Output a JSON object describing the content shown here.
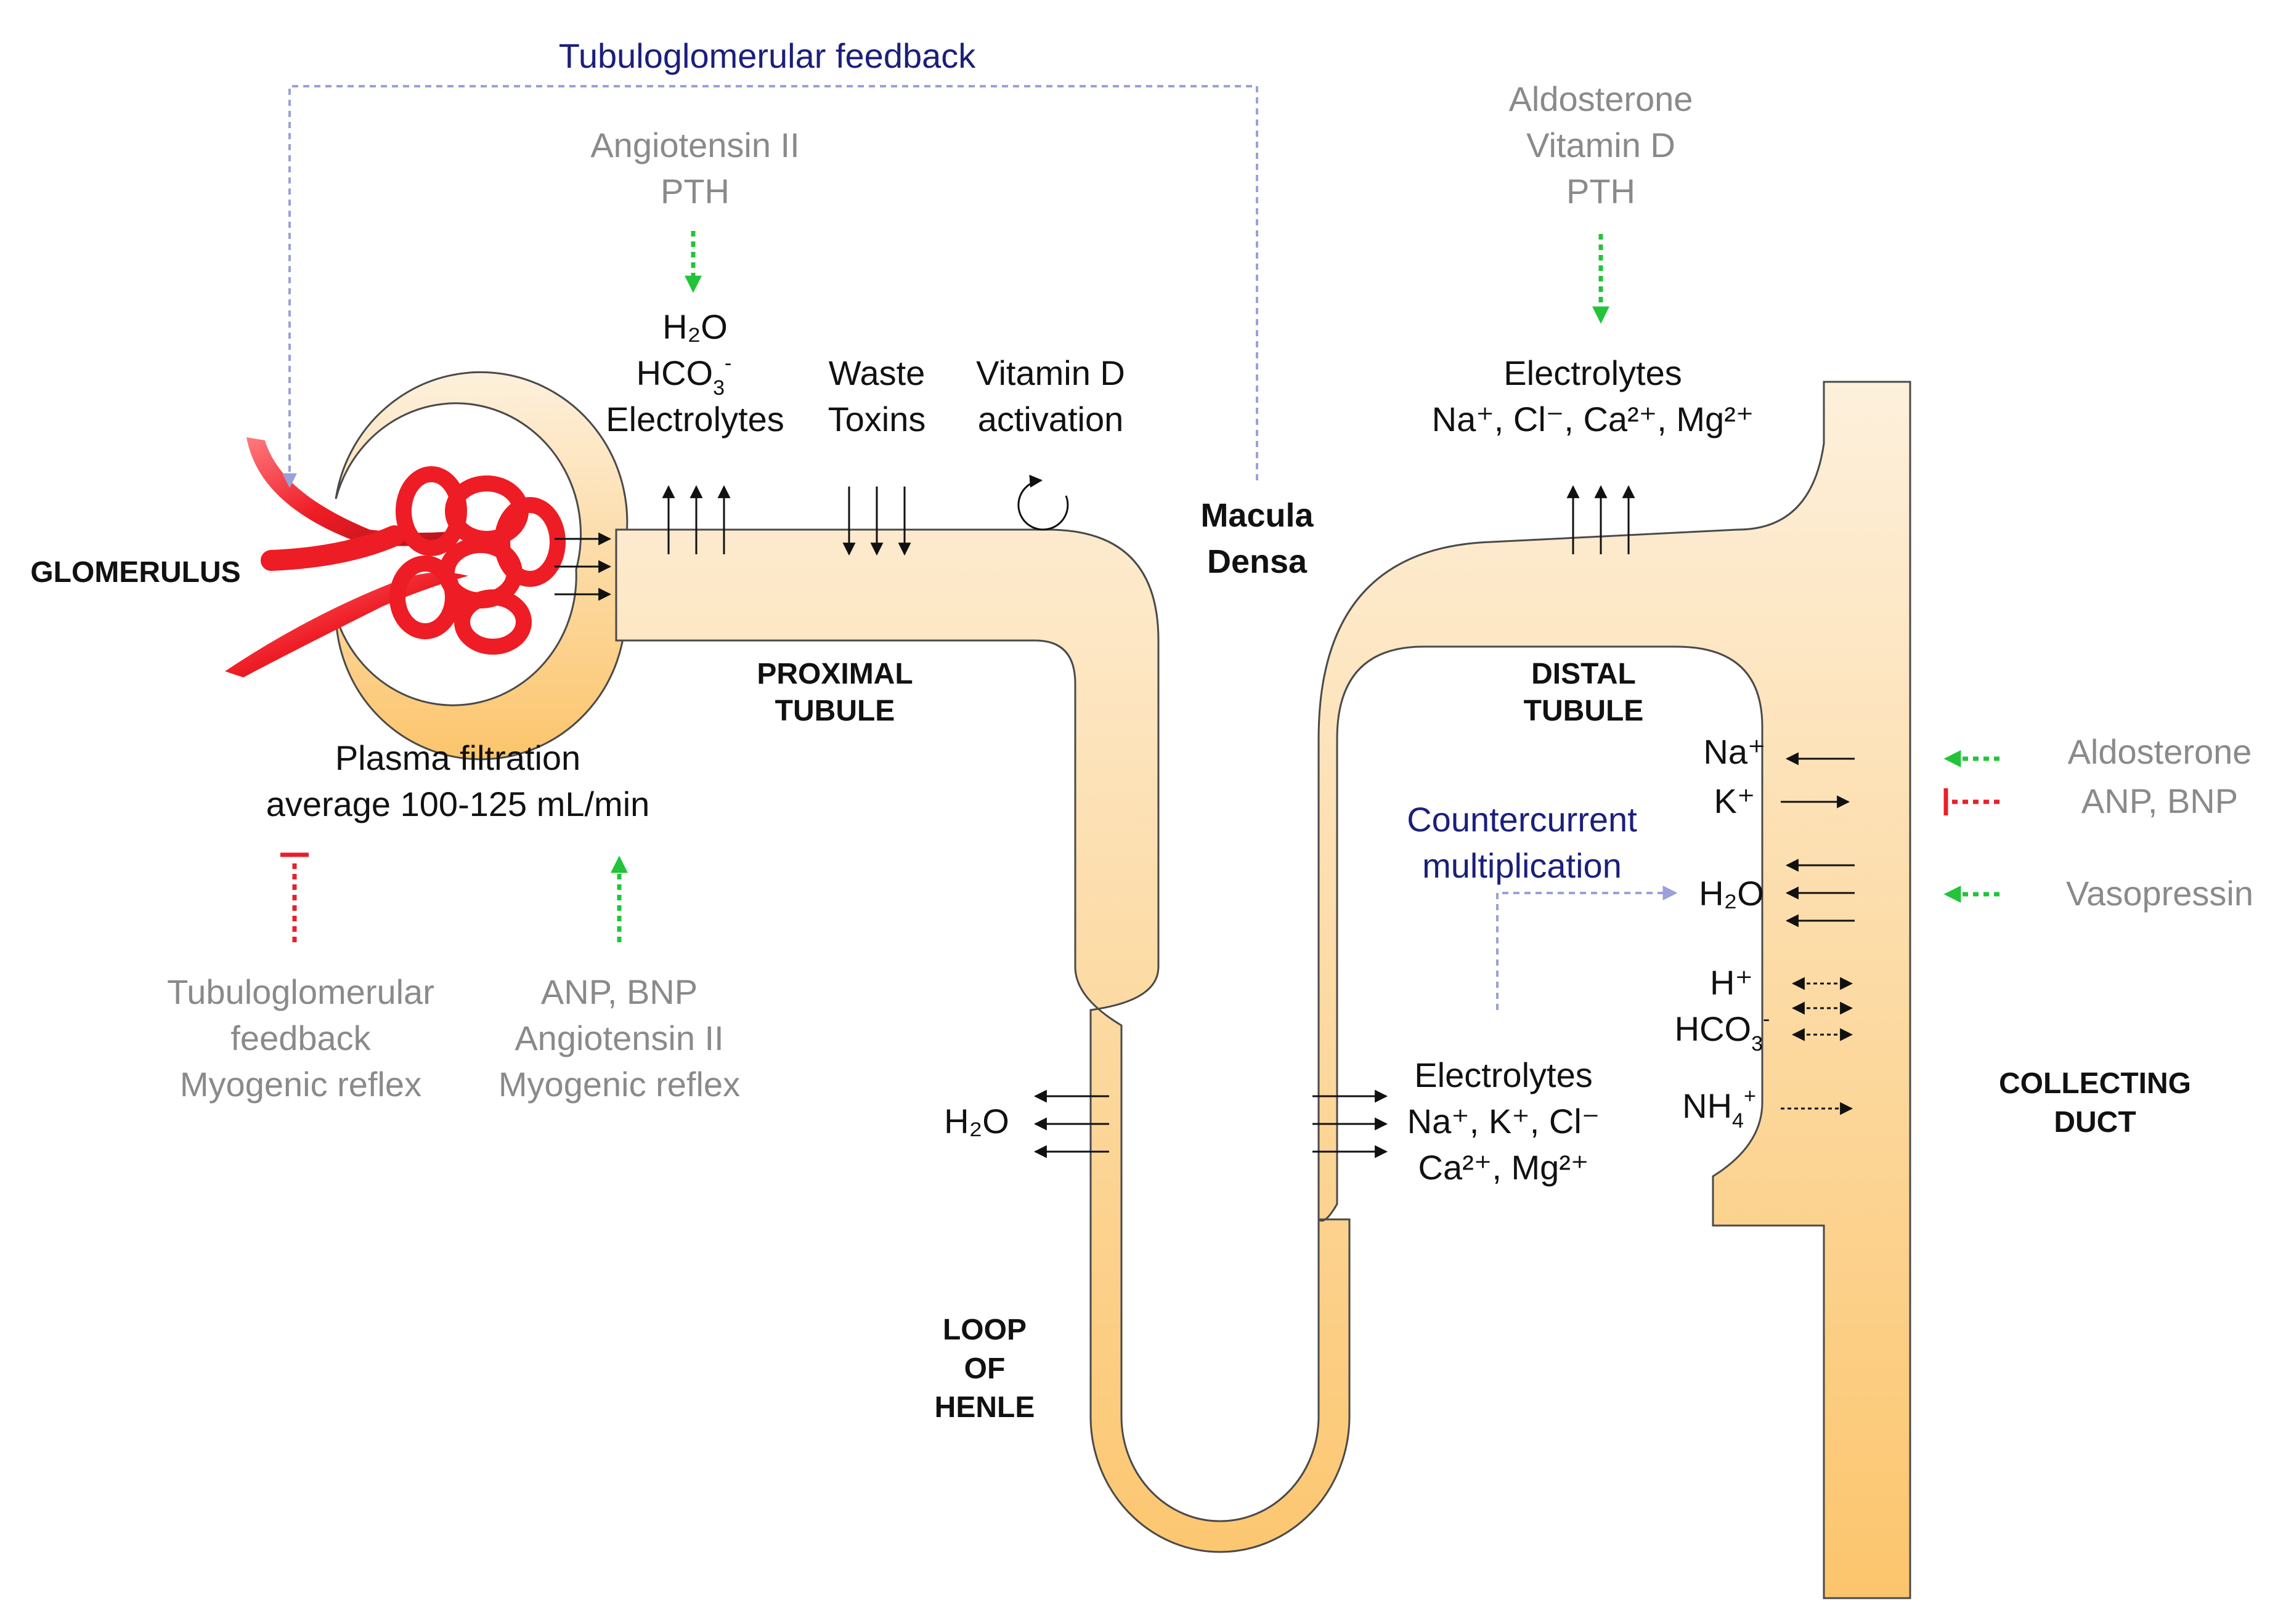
{
  "colors": {
    "tubule_light": "#fdf0dc",
    "tubule_dark": "#fcc56c",
    "tubule_outline": "#4a4a4a",
    "glomerulus": "#ee1c24",
    "stimulate_arrow": "#22c43a",
    "inhibit_arrow": "#e8202a",
    "feedback_line": "#9aa0d8",
    "regulator_text": "#8a8a8a",
    "process_text": "#1b1f7a"
  },
  "top": {
    "tgf_label": "Tubuloglomerular feedback",
    "proximal_regulators": [
      "Angiotensin II",
      "PTH"
    ],
    "distal_regulators": [
      "Aldosterone",
      "Vitamin D",
      "PTH"
    ]
  },
  "proximal": {
    "water": "H₂O",
    "bicarbonate": "HCO",
    "bicarbonate_sub": "3",
    "bicarbonate_sup": "-",
    "electrolytes": "Electrolytes",
    "waste": "Waste",
    "toxins": "Toxins",
    "vitd_line1": "Vitamin D",
    "vitd_line2": "activation",
    "label_line1": "PROXIMAL",
    "label_line2": "TUBULE"
  },
  "glomerulus": {
    "label": "GLOMERULUS",
    "filtration_line1": "Plasma filtration",
    "filtration_line2": "average 100-125 mL/min",
    "inhibitors": [
      "Tubuloglomerular",
      "feedback",
      "Myogenic reflex"
    ],
    "stimulators": [
      "ANP, BNP",
      "Angiotensin II",
      "Myogenic reflex"
    ]
  },
  "macula_densa": [
    "Macula",
    "Densa"
  ],
  "distal": {
    "electrolytes": "Electrolytes",
    "ion_list": "Na⁺, Cl⁻, Ca²⁺, Mg²⁺",
    "label_line1": "DISTAL",
    "label_line2": "TUBULE"
  },
  "loop": {
    "water": "H₂O",
    "electrolytes": "Electrolytes",
    "ions_line1": "Na⁺, K⁺, Cl⁻",
    "ions_line2": "Ca²⁺, Mg²⁺",
    "label": [
      "LOOP",
      "OF",
      "HENLE"
    ]
  },
  "countercurrent": [
    "Countercurrent",
    "multiplication"
  ],
  "collecting": {
    "sodium": "Na⁺",
    "potassium": "K⁺",
    "water": "H₂O",
    "hydrogen": "H⁺",
    "bicarbonate": "HCO",
    "bicarbonate_sub": "3",
    "bicarbonate_sup": "-",
    "ammonium": "NH",
    "ammonium_sub": "4",
    "ammonium_sup": "+",
    "label_line1": "COLLECTING",
    "label_line2": "DUCT",
    "regulators": [
      "Aldosterone",
      "ANP, BNP",
      "Vasopressin"
    ]
  }
}
